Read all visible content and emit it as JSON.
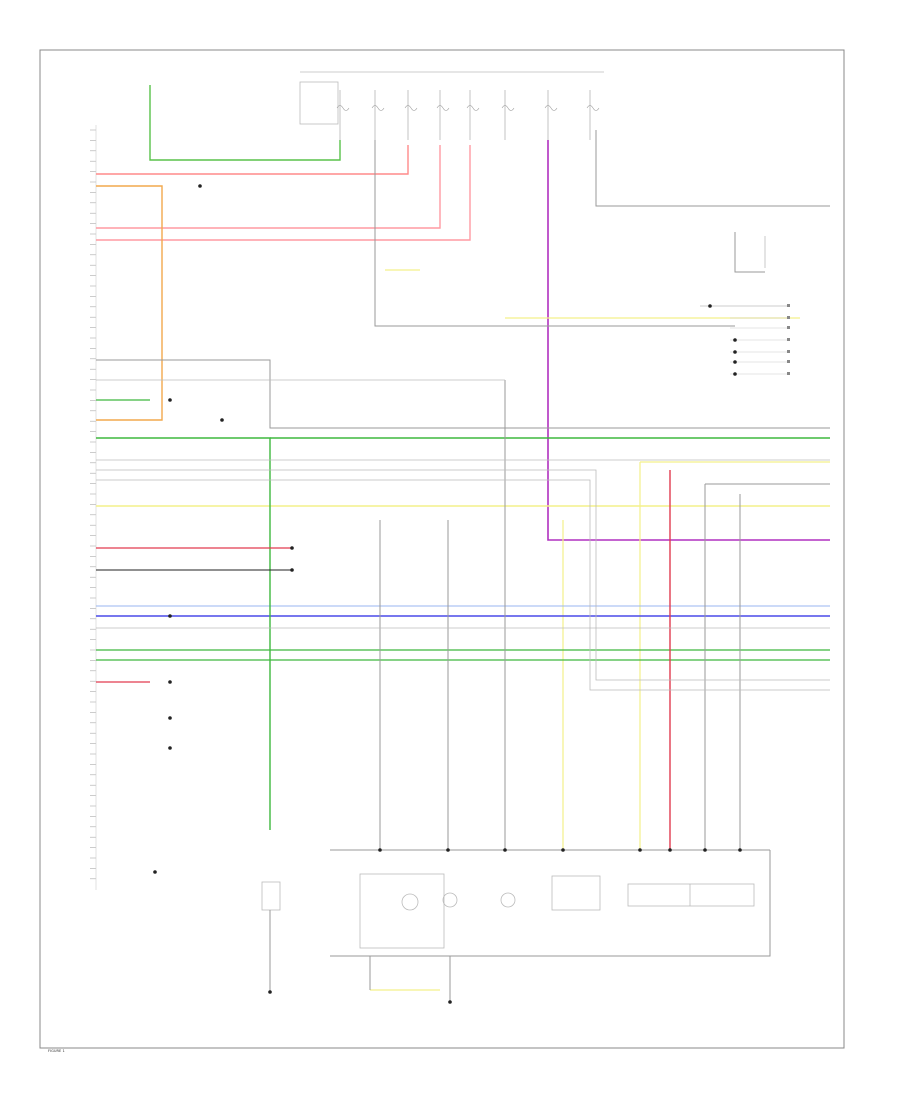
{
  "diagram": {
    "footer_code": "FIGURE 1"
  },
  "wires": [
    {
      "id": "w-green-top",
      "color": "#58c24a"
    },
    {
      "id": "w-red-1",
      "color": "#ff8a8a"
    },
    {
      "id": "w-red-2",
      "color": "#ff9aa2"
    },
    {
      "id": "w-orange",
      "color": "#f2a94d"
    },
    {
      "id": "w-purple",
      "color": "#b030c0"
    },
    {
      "id": "w-yellow",
      "color": "#f4f08a"
    },
    {
      "id": "w-blue",
      "color": "#4a4ae8"
    },
    {
      "id": "w-lightblue",
      "color": "#9ab4f0"
    },
    {
      "id": "w-green-mid",
      "color": "#3fb83f"
    },
    {
      "id": "w-crimson",
      "color": "#e23b4f"
    },
    {
      "id": "w-black",
      "color": "#222222"
    },
    {
      "id": "w-gray",
      "color": "#9a9a9a"
    }
  ]
}
